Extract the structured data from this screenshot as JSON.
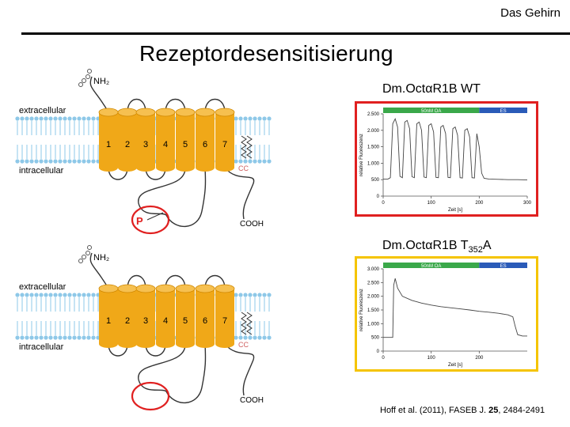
{
  "header": {
    "title": "Das Gehirn"
  },
  "slide": {
    "title": "Rezeptordesensitisierung"
  },
  "receptor": {
    "nh2": "NH₂",
    "extracellular": "extracellular",
    "intracellular": "intracellular",
    "helix_numbers": [
      "1",
      "2",
      "3",
      "4",
      "5",
      "6",
      "7"
    ],
    "cc": "CC",
    "cooh": "COOH",
    "phospho": "P"
  },
  "panels": {
    "wt": {
      "label": "Dm.OctαR1B WT",
      "frame_color": "#e02020"
    },
    "mutant": {
      "label_main": "Dm.OctαR1B T",
      "label_sub": "352",
      "label_end": "A",
      "frame_color": "#f5c400"
    }
  },
  "colors": {
    "helix": "#f0a818",
    "helix_dark": "#d08800",
    "membrane": "#8ec8e8",
    "annotation_red": "#e02020"
  },
  "chart_data": [
    {
      "type": "line",
      "ylabel": "relative Fluoreszenz",
      "xlabel": "Zeit [s]",
      "xlim": [
        0,
        300
      ],
      "ylim": [
        0,
        2500
      ],
      "xticks": [
        0,
        100,
        200,
        300
      ],
      "yticks": [
        0,
        500,
        1000,
        1500,
        2000,
        2500
      ],
      "xtick_labels": [
        "0",
        "100",
        "200",
        "300"
      ],
      "ytick_labels": [
        "0",
        "500",
        "1.000",
        "1.500",
        "2.000",
        "2.500"
      ],
      "bars": [
        {
          "label": "50nM OA",
          "from": 0,
          "to": 200,
          "color": "#3aa84a"
        },
        {
          "label": "ES",
          "from": 200,
          "to": 300,
          "color": "#2a5bb8"
        }
      ],
      "series": [
        {
          "x": [
            0,
            10,
            15,
            20,
            25,
            30,
            35,
            40,
            45,
            50,
            55,
            60,
            65,
            70,
            75,
            80,
            85,
            90,
            95,
            100,
            105,
            110,
            115,
            120,
            125,
            130,
            135,
            140,
            145,
            150,
            155,
            160,
            165,
            170,
            175,
            180,
            185,
            190,
            195,
            200,
            205,
            210,
            220,
            240,
            260,
            280,
            300
          ],
          "y": [
            520,
            520,
            560,
            2200,
            2350,
            2100,
            600,
            560,
            2250,
            2300,
            2050,
            590,
            560,
            2200,
            2250,
            2000,
            580,
            560,
            2150,
            2200,
            1950,
            570,
            560,
            2100,
            2150,
            1900,
            570,
            560,
            2050,
            2100,
            1850,
            560,
            550,
            2000,
            2050,
            1800,
            560,
            550,
            1900,
            1500,
            700,
            540,
            520,
            510,
            500,
            500,
            490
          ]
        }
      ]
    },
    {
      "type": "line",
      "ylabel": "relative Fluoreszenz",
      "xlabel": "Zeit [s]",
      "xlim": [
        0,
        300
      ],
      "ylim": [
        0,
        3000
      ],
      "xticks": [
        0,
        100,
        200
      ],
      "yticks": [
        0,
        500,
        1000,
        1500,
        2000,
        2500,
        3000
      ],
      "xtick_labels": [
        "0",
        "100",
        "200"
      ],
      "ytick_labels": [
        "0",
        "500",
        "1.000",
        "1.500",
        "2.000",
        "2.500",
        "3.000"
      ],
      "bars": [
        {
          "label": "50nM OA",
          "from": 0,
          "to": 200,
          "color": "#3aa84a"
        },
        {
          "label": "ES",
          "from": 200,
          "to": 300,
          "color": "#2a5bb8"
        }
      ],
      "series": [
        {
          "x": [
            0,
            10,
            20,
            22,
            25,
            30,
            40,
            60,
            80,
            100,
            120,
            140,
            160,
            180,
            200,
            220,
            240,
            260,
            270,
            275,
            280,
            290,
            300
          ],
          "y": [
            500,
            500,
            500,
            2400,
            2650,
            2300,
            2000,
            1850,
            1750,
            1680,
            1620,
            1580,
            1540,
            1500,
            1450,
            1420,
            1380,
            1320,
            1250,
            900,
            600,
            550,
            550
          ]
        }
      ]
    }
  ],
  "citation": {
    "prefix": "Hoff et al. (2011), FASEB J. ",
    "volume": "25",
    "suffix": ", 2484-2491"
  }
}
